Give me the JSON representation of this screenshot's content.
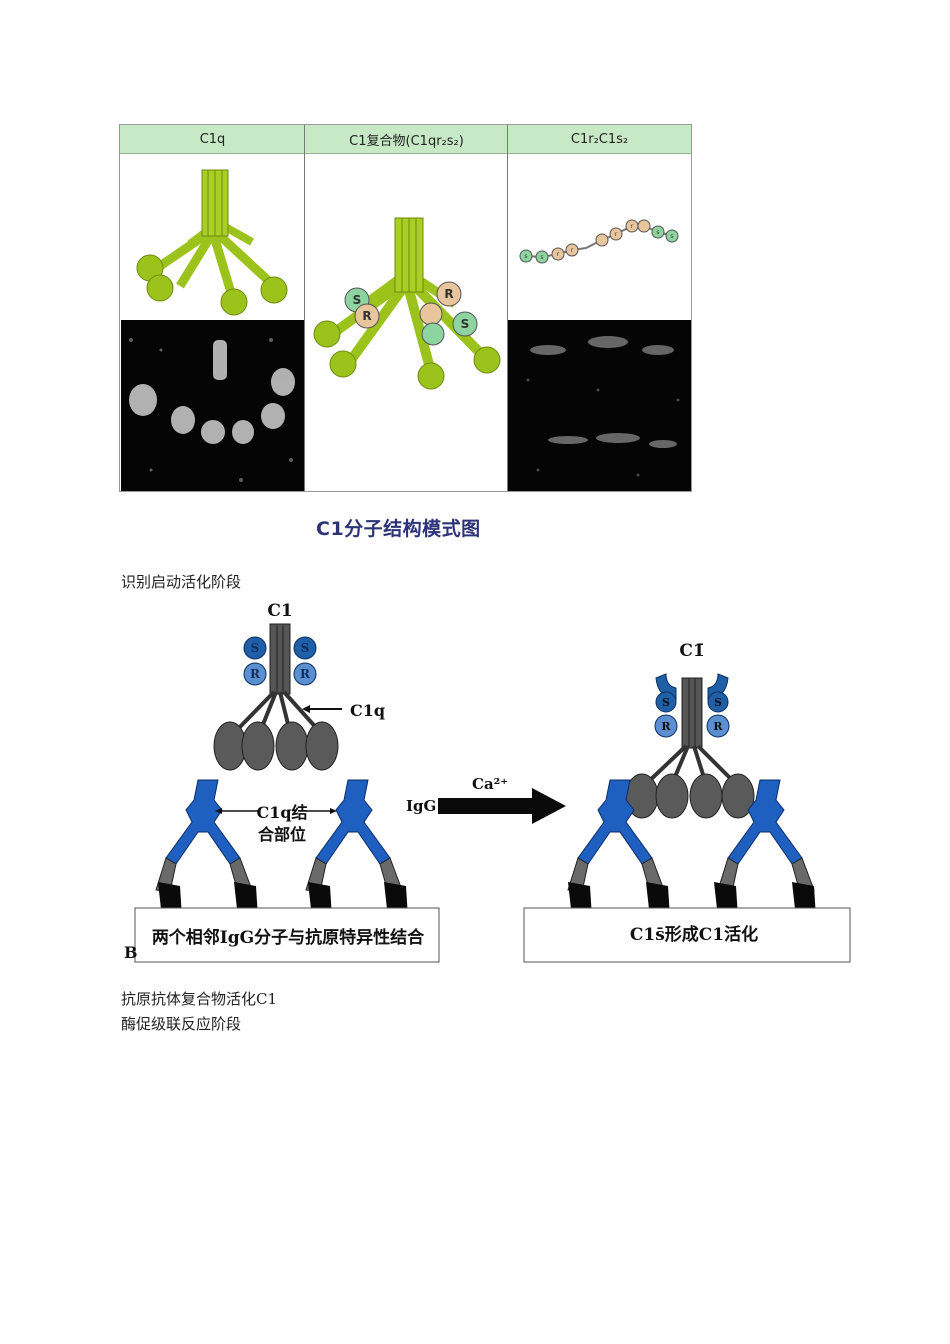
{
  "figure1": {
    "columns": [
      {
        "title": "C1q"
      },
      {
        "title": "C1复合物(C1qr₂s₂)"
      },
      {
        "title": "C1r₂C1s₂"
      }
    ],
    "complex_labels": {
      "r": "R",
      "s": "S"
    },
    "chain_labels": [
      "s",
      "s",
      "r",
      "r",
      "r",
      "r",
      "s",
      "s"
    ],
    "caption": "C1分子结构模式图",
    "colors": {
      "header": "#c7e9c6",
      "c1q": "#9cc21c",
      "s_ball": "#8ed4a0",
      "r_ball": "#e8c59c",
      "caption": "#2c3377"
    }
  },
  "paragraph1": "识别启动活化阶段",
  "figure2": {
    "left": {
      "title": "C1",
      "c1q_label": "C1q",
      "binding_site_line1": "C1q结",
      "binding_site_line2": "合部位",
      "base_text": "两个相邻IgG分子与抗原特异性结合",
      "s_label": "S",
      "r_label": "R"
    },
    "arrow": {
      "top": "Ca²⁺",
      "left": "IgG"
    },
    "right": {
      "title": "C1̄",
      "base_text": "C1s̄形成C1活化",
      "s_label": "S",
      "r_label": "R"
    },
    "panel_letter": "B",
    "colors": {
      "antibody": "#1f5fbf",
      "antibody_fc": "#6a6a6a",
      "head": "#666666",
      "dark_ball": "#1f5fa8",
      "light_ball": "#5b8fd0"
    }
  },
  "paragraph2_line1": "抗原抗体复合物活化C1",
  "paragraph2_line2": "酶促级联反应阶段"
}
